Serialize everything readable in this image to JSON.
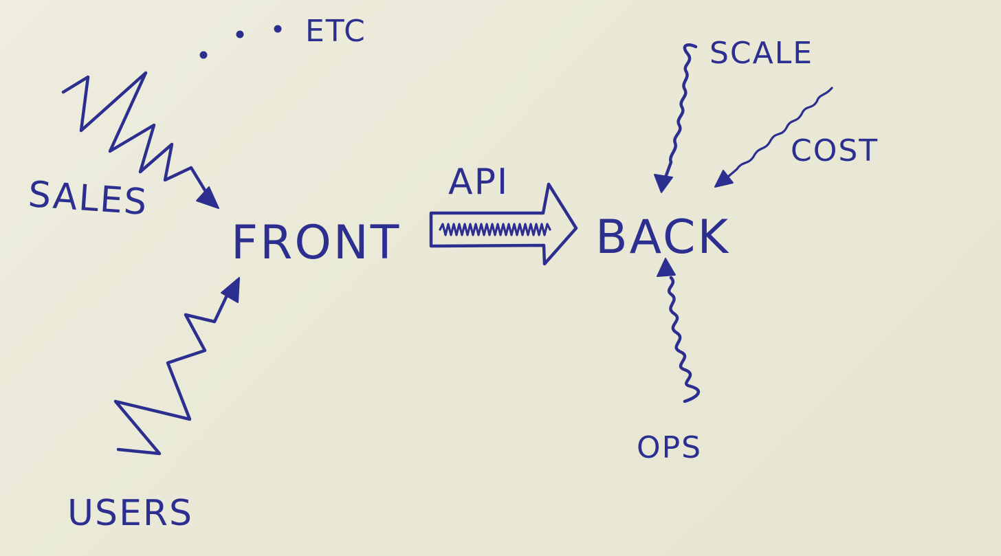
{
  "colors": {
    "paper": "#ecebdb",
    "ink": "#2c2f8f"
  },
  "nodes": {
    "front": "FRONT",
    "back": "BACK"
  },
  "connection": {
    "label": "API"
  },
  "inputs": {
    "sales": "SALES",
    "users": "USERS",
    "etc": "ETC",
    "scale": "SCALE",
    "cost": "COST",
    "ops": "OPS"
  }
}
